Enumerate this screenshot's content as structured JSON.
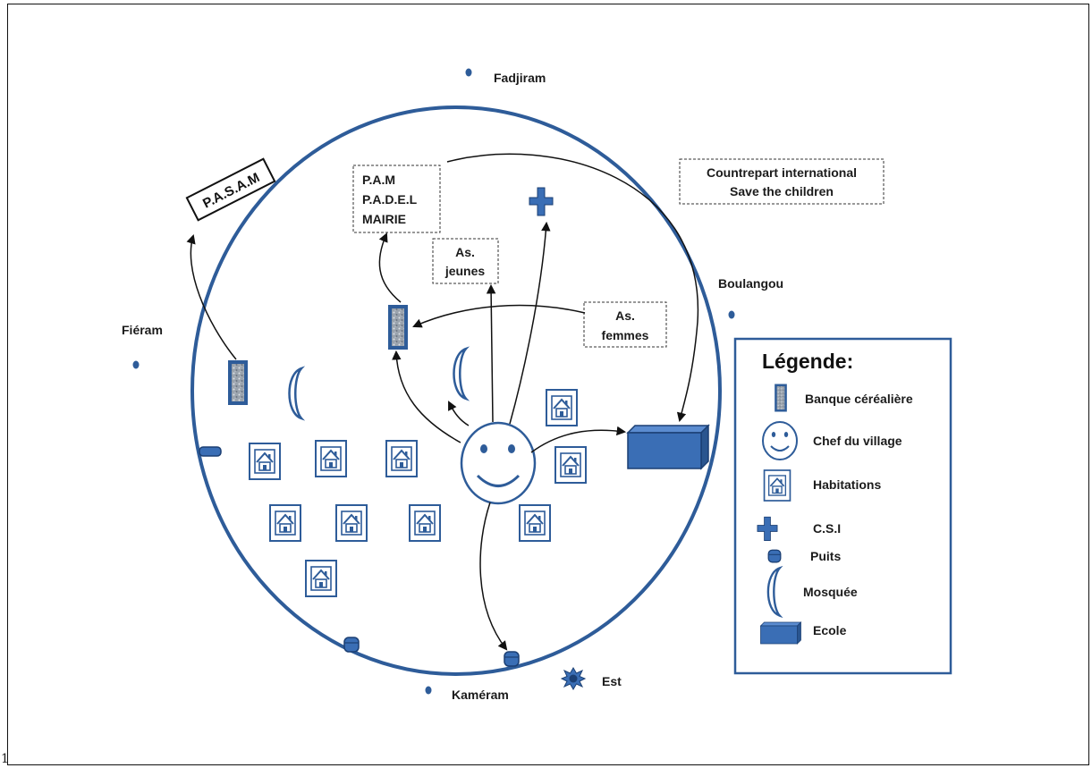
{
  "stray_char": "1",
  "places": {
    "fadjiram": "Fadjiram",
    "fieram": "Fiéram",
    "boulangou": "Boulangou",
    "kameram": "Kaméram",
    "est": "Est"
  },
  "boxes": {
    "pasam": "P.A.S.A.M",
    "pam_lines": [
      "P.A.M",
      "P.A.D.E.L",
      "MAIRIE"
    ],
    "partner_lines": [
      "Countrepart international",
      "Save the children"
    ],
    "as_jeunes_lines": [
      "As.",
      "jeunes"
    ],
    "as_femmes_lines": [
      "As.",
      "femmes"
    ]
  },
  "legend": {
    "title": "Légende:",
    "items": [
      {
        "icon": "grain-bank-icon",
        "label": "Banque céréalière"
      },
      {
        "icon": "smiley-face-icon",
        "label": "Chef du village"
      },
      {
        "icon": "house-icon",
        "label": "Habitations"
      },
      {
        "icon": "cross-icon",
        "label": "C.S.I"
      },
      {
        "icon": "well-icon",
        "label": "Puits"
      },
      {
        "icon": "crescent-icon",
        "label": "Mosquée"
      },
      {
        "icon": "school-block-icon",
        "label": "Ecole"
      }
    ]
  },
  "colors": {
    "primary": "#2e5c99",
    "fill": "#3a6eb5",
    "dark": "#1b3f73",
    "text": "#1b1b1b"
  }
}
